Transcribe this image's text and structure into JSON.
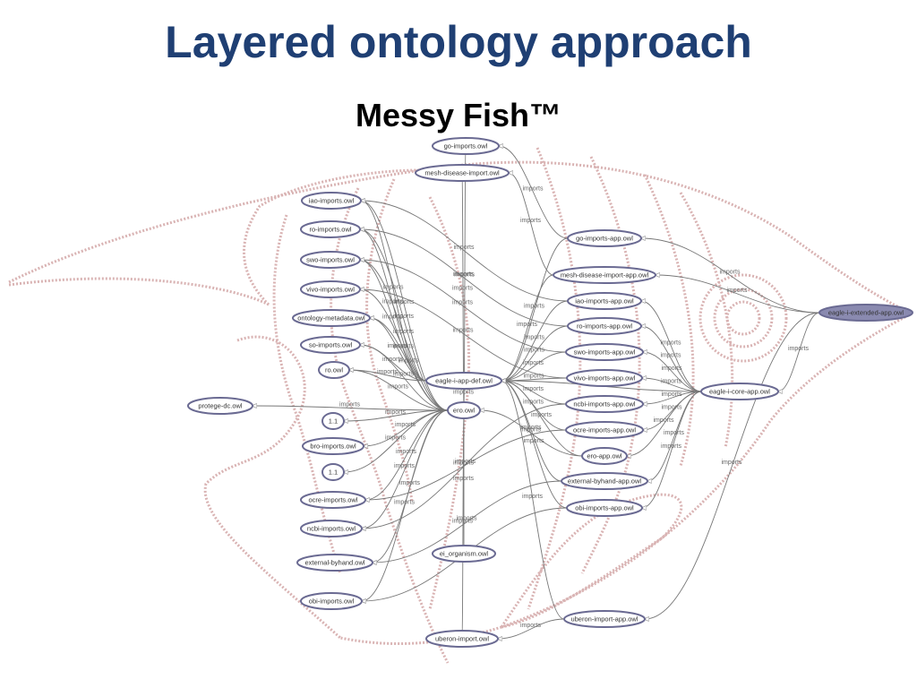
{
  "title": "Layered ontology approach",
  "subtitle": "Messy Fish™",
  "edge_label": "imports",
  "colors": {
    "title": "#1f3f73",
    "node_stroke": "#6a6a92",
    "fish_outline": "#d9b3b3"
  },
  "nodes": [
    {
      "id": "go_imports",
      "label": "go-imports.owl"
    },
    {
      "id": "mesh_disease_import",
      "label": "mesh-disease-import.owl"
    },
    {
      "id": "iao_imports",
      "label": "iao-imports.owl"
    },
    {
      "id": "ro_imports",
      "label": "ro-imports.owl"
    },
    {
      "id": "swo_imports",
      "label": "swo-imports.owl"
    },
    {
      "id": "vivo_imports",
      "label": "vivo-imports.owl"
    },
    {
      "id": "ontology_metadata",
      "label": "ontology-metadata.owl"
    },
    {
      "id": "so_imports",
      "label": "so-imports.owl"
    },
    {
      "id": "ro",
      "label": "ro.owl"
    },
    {
      "id": "protege_dc",
      "label": "protege-dc.owl"
    },
    {
      "id": "v1a",
      "label": "1.1"
    },
    {
      "id": "bro_imports",
      "label": "bro-imports.owl"
    },
    {
      "id": "v1b",
      "label": "1.1"
    },
    {
      "id": "ocre_imports",
      "label": "ocre-imports.owl"
    },
    {
      "id": "ncbi_imports",
      "label": "ncbi-imports.owl"
    },
    {
      "id": "external_byhand",
      "label": "external-byhand.owl"
    },
    {
      "id": "obi_imports",
      "label": "obi-imports.owl"
    },
    {
      "id": "uberon_import",
      "label": "uberon-import.owl"
    },
    {
      "id": "eagle_app_def",
      "label": "eagle-i-app-def.owl"
    },
    {
      "id": "ero",
      "label": "ero.owl"
    },
    {
      "id": "ei_organism",
      "label": "ei_organism.owl"
    },
    {
      "id": "go_imports_app",
      "label": "go-imports-app.owl"
    },
    {
      "id": "mesh_disease_import_app",
      "label": "mesh-disease-import-app.owl"
    },
    {
      "id": "iao_imports_app",
      "label": "iao-imports-app.owl"
    },
    {
      "id": "ro_imports_app",
      "label": "ro-imports-app.owl"
    },
    {
      "id": "swo_imports_app",
      "label": "swo-imports-app.owl"
    },
    {
      "id": "vivo_imports_app",
      "label": "vivo-imports-app.owl"
    },
    {
      "id": "ncbi_imports_app",
      "label": "ncbi-imports-app.owl"
    },
    {
      "id": "ocre_imports_app",
      "label": "ocre-imports-app.owl"
    },
    {
      "id": "ero_app",
      "label": "ero-app.owl"
    },
    {
      "id": "external_byhand_app",
      "label": "external-byhand-app.owl"
    },
    {
      "id": "obi_imports_app",
      "label": "obi-imports-app.owl"
    },
    {
      "id": "uberon_import_app",
      "label": "uberon-import-app.owl"
    },
    {
      "id": "eagle_core_app",
      "label": "eagle-i-core-app.owl"
    },
    {
      "id": "eagle_extended_app",
      "label": "eagle-i-extended-app.owl"
    }
  ],
  "edges": [
    {
      "from": "eagle_extended_app",
      "to": "go_imports_app"
    },
    {
      "from": "eagle_extended_app",
      "to": "mesh_disease_import_app"
    },
    {
      "from": "eagle_extended_app",
      "to": "eagle_core_app"
    },
    {
      "from": "eagle_extended_app",
      "to": "uberon_import_app"
    },
    {
      "from": "eagle_core_app",
      "to": "ro_imports_app"
    },
    {
      "from": "eagle_core_app",
      "to": "iao_imports_app"
    },
    {
      "from": "eagle_core_app",
      "to": "swo_imports_app"
    },
    {
      "from": "eagle_core_app",
      "to": "vivo_imports_app"
    },
    {
      "from": "eagle_core_app",
      "to": "ncbi_imports_app"
    },
    {
      "from": "eagle_core_app",
      "to": "ocre_imports_app"
    },
    {
      "from": "eagle_core_app",
      "to": "ero_app"
    },
    {
      "from": "eagle_core_app",
      "to": "external_byhand_app"
    },
    {
      "from": "eagle_core_app",
      "to": "obi_imports_app"
    },
    {
      "from": "eagle_core_app",
      "to": "eagle_app_def"
    },
    {
      "from": "go_imports_app",
      "to": "go_imports"
    },
    {
      "from": "go_imports_app",
      "to": "eagle_app_def"
    },
    {
      "from": "mesh_disease_import_app",
      "to": "mesh_disease_import"
    },
    {
      "from": "mesh_disease_import_app",
      "to": "eagle_app_def"
    },
    {
      "from": "iao_imports_app",
      "to": "iao_imports"
    },
    {
      "from": "iao_imports_app",
      "to": "eagle_app_def"
    },
    {
      "from": "ro_imports_app",
      "to": "ro_imports"
    },
    {
      "from": "ro_imports_app",
      "to": "eagle_app_def"
    },
    {
      "from": "swo_imports_app",
      "to": "swo_imports"
    },
    {
      "from": "swo_imports_app",
      "to": "eagle_app_def"
    },
    {
      "from": "vivo_imports_app",
      "to": "vivo_imports"
    },
    {
      "from": "vivo_imports_app",
      "to": "eagle_app_def"
    },
    {
      "from": "ncbi_imports_app",
      "to": "ncbi_imports"
    },
    {
      "from": "ncbi_imports_app",
      "to": "eagle_app_def"
    },
    {
      "from": "ocre_imports_app",
      "to": "ocre_imports"
    },
    {
      "from": "ocre_imports_app",
      "to": "eagle_app_def"
    },
    {
      "from": "ero_app",
      "to": "ero"
    },
    {
      "from": "ero_app",
      "to": "eagle_app_def"
    },
    {
      "from": "external_byhand_app",
      "to": "external_byhand"
    },
    {
      "from": "external_byhand_app",
      "to": "eagle_app_def"
    },
    {
      "from": "obi_imports_app",
      "to": "obi_imports"
    },
    {
      "from": "obi_imports_app",
      "to": "eagle_app_def"
    },
    {
      "from": "uberon_import_app",
      "to": "uberon_import"
    },
    {
      "from": "uberon_import_app",
      "to": "eagle_app_def"
    },
    {
      "from": "eagle_app_def",
      "to": "iao_imports"
    },
    {
      "from": "eagle_app_def",
      "to": "ro_imports"
    },
    {
      "from": "eagle_app_def",
      "to": "swo_imports"
    },
    {
      "from": "eagle_app_def",
      "to": "ontology_metadata"
    },
    {
      "from": "eagle_app_def",
      "to": "so_imports"
    },
    {
      "from": "eagle_app_def",
      "to": "ro"
    },
    {
      "from": "eagle_app_def",
      "to": "ero"
    },
    {
      "from": "ero",
      "to": "go_imports"
    },
    {
      "from": "ero",
      "to": "mesh_disease_import"
    },
    {
      "from": "ero",
      "to": "iao_imports"
    },
    {
      "from": "ero",
      "to": "ro_imports"
    },
    {
      "from": "ero",
      "to": "swo_imports"
    },
    {
      "from": "ero",
      "to": "vivo_imports"
    },
    {
      "from": "ero",
      "to": "ontology_metadata"
    },
    {
      "from": "ero",
      "to": "so_imports"
    },
    {
      "from": "ero",
      "to": "ro"
    },
    {
      "from": "ero",
      "to": "protege_dc"
    },
    {
      "from": "ero",
      "to": "v1a"
    },
    {
      "from": "ero",
      "to": "bro_imports"
    },
    {
      "from": "ero",
      "to": "v1b"
    },
    {
      "from": "ero",
      "to": "ocre_imports"
    },
    {
      "from": "ero",
      "to": "ncbi_imports"
    },
    {
      "from": "ero",
      "to": "external_byhand"
    },
    {
      "from": "ero",
      "to": "obi_imports"
    },
    {
      "from": "ero",
      "to": "ei_organism"
    },
    {
      "from": "ero",
      "to": "uberon_import"
    }
  ]
}
